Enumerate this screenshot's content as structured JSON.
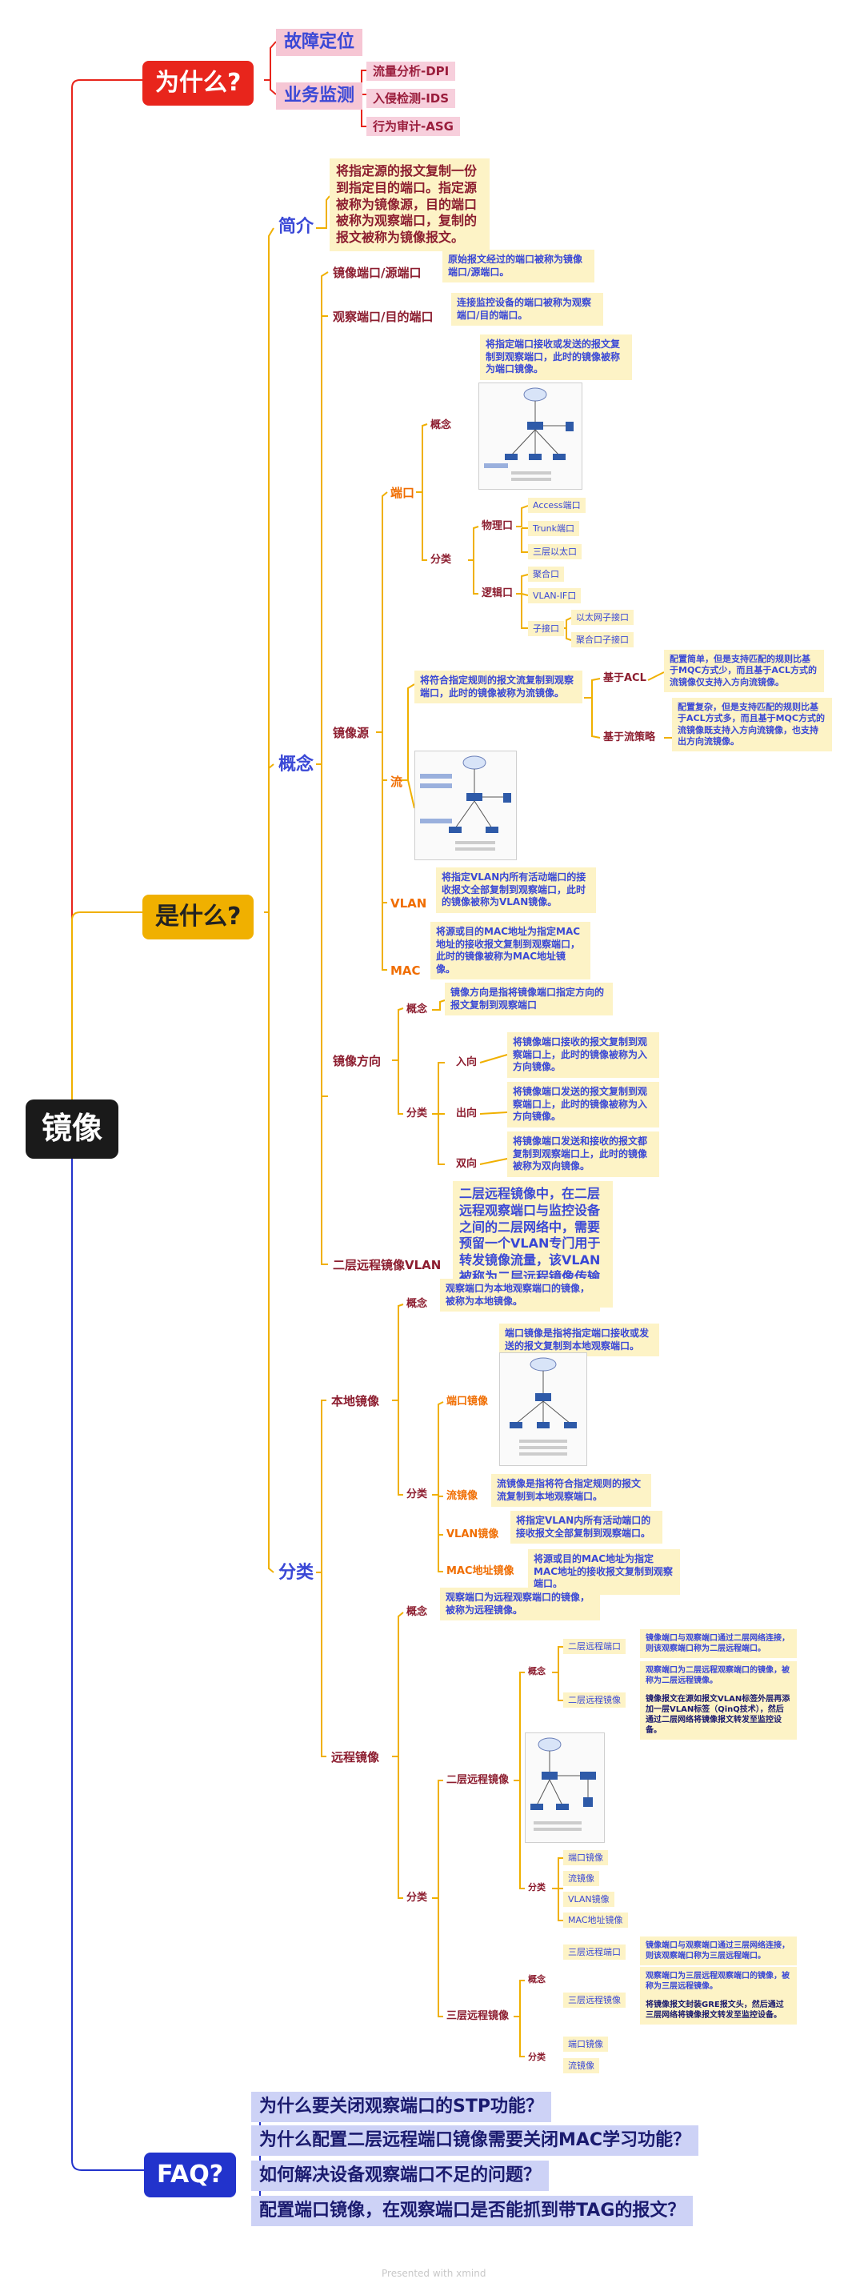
{
  "root": "镜像",
  "why": {
    "label": "为什么?",
    "items": [
      "故障定位",
      "业务监测"
    ],
    "monitoring": [
      "流量分析-DPI",
      "入侵检测-IDS",
      "行为审计-ASG"
    ]
  },
  "what": {
    "label": "是什么?",
    "intro": {
      "label": "简介",
      "text": "将指定源的报文复制一份到指定目的端口。指定源被称为镜像源，目的端口被称为观察端口，复制的报文被称为镜像报文。"
    },
    "concept": {
      "label": "概念",
      "mirror_port": {
        "label": "镜像端口/源端口",
        "desc": "原始报文经过的端口被称为镜像端口/源端口。"
      },
      "observe_port": {
        "label": "观察端口/目的端口",
        "desc": "连接监控设备的端口被称为观察端口/目的端口。"
      },
      "mirror_source": {
        "label": "镜像源",
        "port": {
          "label": "端口",
          "concept_label": "概念",
          "concept_desc": "将指定端口接收或发送的报文复制到观察端口，此时的镜像被称为端口镜像。",
          "classify_label": "分类",
          "physical_label": "物理口",
          "physical": [
            "Access端口",
            "Trunk端口",
            "三层以太口"
          ],
          "logical_label": "逻辑口",
          "logical": [
            "聚合口",
            "VLAN-IF口"
          ],
          "sub_label": "子接口",
          "sub": [
            "以太网子接口",
            "聚合口子接口"
          ]
        },
        "flow": {
          "label": "流",
          "desc": "将符合指定规则的报文流复制到观察端口，此时的镜像被称为流镜像。",
          "acl_label": "基于ACL",
          "acl_desc": "配置简单，但是支持匹配的规则比基于MQC方式少，而且基于ACL方式的流镜像仅支持入方向流镜像。",
          "policy_label": "基于流策略",
          "policy_desc": "配置复杂，但是支持匹配的规则比基于ACL方式多，而且基于MQC方式的流镜像既支持入方向流镜像，也支持出方向流镜像。"
        },
        "vlan": {
          "label": "VLAN",
          "desc": "将指定VLAN内所有活动端口的接收报文全部复制到观察端口，此时的镜像被称为VLAN镜像。"
        },
        "mac": {
          "label": "MAC",
          "desc": "将源或目的MAC地址为指定MAC地址的接收报文复制到观察端口，此时的镜像被称为MAC地址镜像。"
        }
      },
      "direction": {
        "label": "镜像方向",
        "concept_label": "概念",
        "concept_desc": "镜像方向是指将镜像端口指定方向的报文复制到观察端口",
        "classify_label": "分类",
        "in_label": "入向",
        "in_desc": "将镜像端口接收的报文复制到观察端口上，此时的镜像被称为入方向镜像。",
        "out_label": "出向",
        "out_desc": "将镜像端口发送的报文复制到观察端口上，此时的镜像被称为入方向镜像。",
        "both_label": "双向",
        "both_desc": "将镜像端口发送和接收的报文都复制到观察端口上，此时的镜像被称为双向镜像。"
      },
      "l2_vlan": {
        "label": "二层远程镜像VLAN",
        "desc": "二层远程镜像中，在二层远程观察端口与监控设备之间的二层网络中，需要预留一个VLAN专门用于转发镜像流量，该VLAN被称为二层远程镜像传输VLAN。"
      }
    },
    "classify": {
      "label": "分类",
      "local": {
        "label": "本地镜像",
        "concept_label": "概念",
        "concept_desc": "观察端口为本地观察端口的镜像，被称为本地镜像。",
        "classify_label": "分类",
        "port_label": "端口镜像",
        "port_desc": "端口镜像是指将指定端口接收或发送的报文复制到本地观察端口。",
        "flow_label": "流镜像",
        "flow_desc": "流镜像是指将符合指定规则的报文流复制到本地观察端口。",
        "vlan_label": "VLAN镜像",
        "vlan_desc": "将指定VLAN内所有活动端口的接收报文全部复制到观察端口。",
        "mac_label": "MAC地址镜像",
        "mac_desc": "将源或目的MAC地址为指定MAC地址的接收报文复制到观察端口。"
      },
      "remote": {
        "label": "远程镜像",
        "concept_label": "概念",
        "concept_desc": "观察端口为远程观察端口的镜像，被称为远程镜像。",
        "classify_label": "分类",
        "l2": {
          "label": "二层远程镜像",
          "concept_label": "概念",
          "obs_label": "二层远程端口",
          "obs_desc": "镜像端口与观察端口通过二层网络连接，则该观察端口称为二层远程端口。",
          "mir_label": "二层远程镜像",
          "mir_desc1": "观察端口为二层远程观察端口的镜像，被称为二层远程镜像。",
          "mir_desc2": "镜像报文在源如报文VLAN标签外层再添加一层VLAN标签（QinQ技术），然后通过二层网络将镜像报文转发至监控设备。",
          "classify_label": "分类",
          "items": [
            "端口镜像",
            "流镜像",
            "VLAN镜像",
            "MAC地址镜像"
          ]
        },
        "l3": {
          "label": "三层远程镜像",
          "concept_label": "概念",
          "obs_label": "三层远程端口",
          "obs_desc": "镜像端口与观察端口通过三层网络连接，则该观察端口称为三层远程端口。",
          "mir_label": "三层远程镜像",
          "mir_desc1": "观察端口为三层远程观察端口的镜像，被称为三层远程镜像。",
          "mir_desc2": "将镜像报文封装GRE报文头，然后通过三层网络将镜像报文转发至监控设备。",
          "classify_label": "分类",
          "items": [
            "端口镜像",
            "流镜像"
          ]
        }
      }
    }
  },
  "faq": {
    "label": "FAQ?",
    "items": [
      "为什么要关闭观察端口的STP功能？",
      "为什么配置二层远程端口镜像需要关闭MAC学习功能？",
      "如何解决设备观察端口不足的问题？",
      "配置端口镜像，在观察端口是否能抓到带TAG的报文？"
    ]
  },
  "footer": "Presented with xmind",
  "colors": {
    "red": "#e8251c",
    "yellow": "#f0b000",
    "blue": "#2233cc",
    "root": "#1a1a1a"
  }
}
